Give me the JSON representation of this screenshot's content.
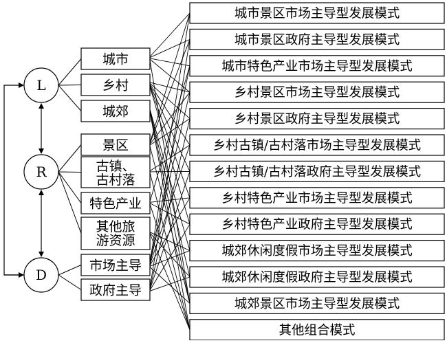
{
  "nodes": {
    "L": "L",
    "R": "R",
    "D": "D"
  },
  "categories": {
    "L": [
      "城市",
      "乡村",
      "城郊"
    ],
    "R": [
      "景区",
      [
        "古镇、",
        "古村落"
      ],
      "特色产业",
      [
        "其他旅",
        "游资源"
      ]
    ],
    "D": [
      "市场主导",
      "政府主导"
    ]
  },
  "modes": [
    "城市景区市场主导型发展模式",
    "城市景区政府主导型发展模式",
    "城市特色产业市场主导型发展模式",
    "乡村景区市场主导型发展模式",
    "乡村景区政府主导型发展模式",
    "乡村古镇/古村落市场主导型发展模式",
    "乡村古镇/古村落政府主导型发展模式",
    "乡村特色产业市场主导型发展模式",
    "乡村特色产业政府主导型发展模式",
    "城郊休闲度假市场主导型发展模式",
    "城郊休闲度假政府主导型发展模式",
    "城郊景区市场主导型发展模式",
    "其他组合模式"
  ]
}
